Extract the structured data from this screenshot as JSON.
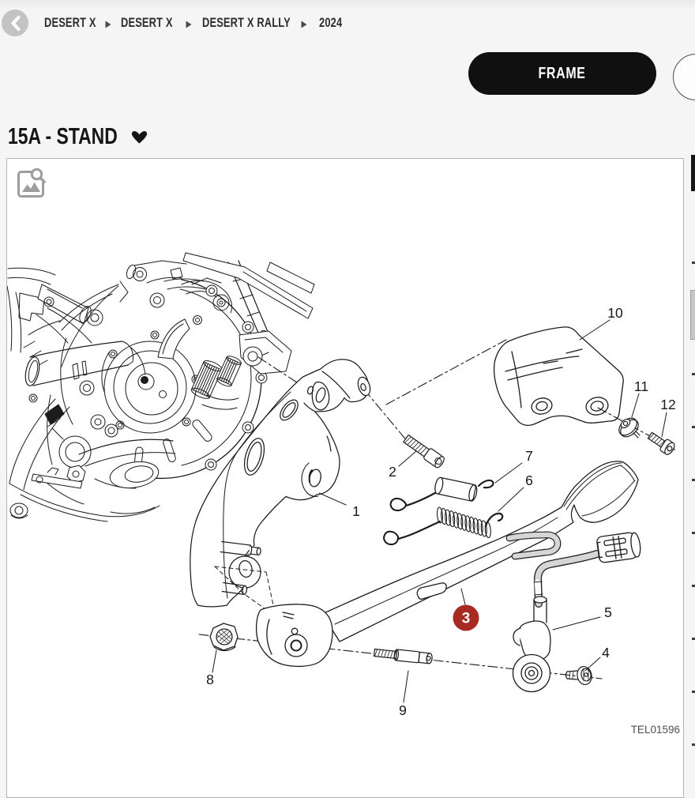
{
  "header": {
    "back_button": "back",
    "breadcrumb": {
      "items": [
        "DESERT X",
        "DESERT X",
        "DESERT X RALLY",
        "2024"
      ]
    }
  },
  "tabs": {
    "frame_label": "FRAME"
  },
  "section": {
    "title": "15A - STAND"
  },
  "diagram": {
    "drawing_code": "TEL01596",
    "callouts": [
      {
        "label": "1"
      },
      {
        "label": "2"
      },
      {
        "label": "3",
        "highlighted": true
      },
      {
        "label": "4"
      },
      {
        "label": "5"
      },
      {
        "label": "6"
      },
      {
        "label": "7"
      },
      {
        "label": "8"
      },
      {
        "label": "9"
      },
      {
        "label": "10"
      },
      {
        "label": "11"
      },
      {
        "label": "12"
      }
    ]
  },
  "colors": {
    "accent_red": "#a82a21",
    "pill_black": "#101010",
    "page_bg": "#f5f5f5",
    "line_ink": "#1c1c1c"
  }
}
